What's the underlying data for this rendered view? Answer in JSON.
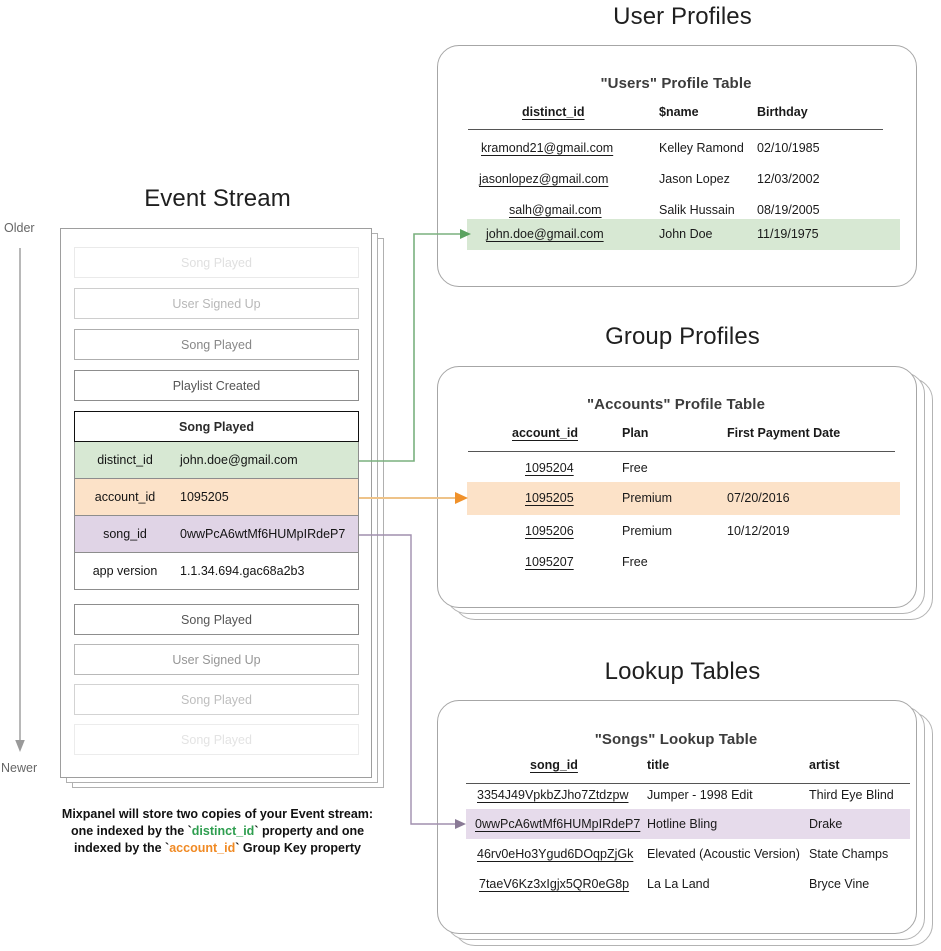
{
  "sections": {
    "event_stream_title": "Event Stream",
    "user_profiles_title": "User Profiles",
    "group_profiles_title": "Group Profiles",
    "lookup_tables_title": "Lookup Tables"
  },
  "timeline": {
    "older": "Older",
    "newer": "Newer"
  },
  "event_stream": {
    "events_before": [
      {
        "label": "Song Played",
        "opacity": 0.18
      },
      {
        "label": "User Signed Up",
        "opacity": 0.42
      },
      {
        "label": "Song Played",
        "opacity": 0.7
      },
      {
        "label": "Playlist Created",
        "opacity": 1.0
      }
    ],
    "selected_event": {
      "name": "Song Played",
      "properties": [
        {
          "key": "distinct_id",
          "value": "john.doe@gmail.com",
          "color": "#d7e8d3"
        },
        {
          "key": "account_id",
          "value": "1095205",
          "color": "#fce2c8"
        },
        {
          "key": "song_id",
          "value": "0wwPcA6wtMf6HUMpIRdeP7",
          "color": "#e0d4e6"
        },
        {
          "key": "app version",
          "value": "1.1.34.694.gac68a2b3",
          "color": "#ffffff"
        }
      ]
    },
    "events_after": [
      {
        "label": "Song Played",
        "opacity": 1.0
      },
      {
        "label": "User Signed Up",
        "opacity": 0.62
      },
      {
        "label": "Song Played",
        "opacity": 0.38
      },
      {
        "label": "Song Played",
        "opacity": 0.16
      }
    ]
  },
  "users_table": {
    "title": "\"Users\" Profile Table",
    "columns": [
      "distinct_id",
      "$name",
      "Birthday"
    ],
    "rows": [
      {
        "distinct_id": "kramond21@gmail.com",
        "name": "Kelley Ramond",
        "birthday": "02/10/1985",
        "highlight": false
      },
      {
        "distinct_id": "jasonlopez@gmail.com",
        "name": "Jason Lopez",
        "birthday": "12/03/2002",
        "highlight": false
      },
      {
        "distinct_id": "salh@gmail.com",
        "name": "Salik Hussain",
        "birthday": "08/19/2005",
        "highlight": false
      },
      {
        "distinct_id": "john.doe@gmail.com",
        "name": "John Doe",
        "birthday": "11/19/1975",
        "highlight": true
      }
    ],
    "highlight_color": "#d7e8d3"
  },
  "accounts_table": {
    "title": "\"Accounts\" Profile Table",
    "columns": [
      "account_id",
      "Plan",
      "First Payment Date"
    ],
    "rows": [
      {
        "account_id": "1095204",
        "plan": "Free",
        "first_payment": "",
        "highlight": false
      },
      {
        "account_id": "1095205",
        "plan": "Premium",
        "first_payment": "07/20/2016",
        "highlight": true
      },
      {
        "account_id": "1095206",
        "plan": "Premium",
        "first_payment": "10/12/2019",
        "highlight": false
      },
      {
        "account_id": "1095207",
        "plan": "Free",
        "first_payment": "",
        "highlight": false
      }
    ],
    "highlight_color": "#fce2c8"
  },
  "songs_table": {
    "title": "\"Songs\" Lookup Table",
    "columns": [
      "song_id",
      "title",
      "artist"
    ],
    "rows": [
      {
        "song_id": "3354J49VpkbZJho7Ztdzpw",
        "title": "Jumper - 1998 Edit",
        "artist": "Third Eye Blind",
        "highlight": false
      },
      {
        "song_id": "0wwPcA6wtMf6HUMpIRdeP7",
        "title": "Hotline Bling",
        "artist": "Drake",
        "highlight": true
      },
      {
        "song_id": "46rv0eHo3Ygud6DOqpZjGk",
        "title": "Elevated (Acoustic Version)",
        "artist": "State Champs",
        "highlight": false
      },
      {
        "song_id": "7taeV6Kz3xIgjx5QR0eG8p",
        "title": "La La Land",
        "artist": "Bryce Vine",
        "highlight": false
      }
    ],
    "highlight_color": "#e6dbeb"
  },
  "caption": {
    "line1": "Mixpanel will store two copies of your Event stream:",
    "line2_a": "one indexed by the ",
    "line2_key": "distinct_id",
    "line2_b": " property and one",
    "line3_a": "indexed by the ",
    "line3_key": "account_id",
    "line3_b": " Group Key property"
  },
  "colors": {
    "green": "#5aa35f",
    "orange": "#e8a33d",
    "purple": "#a78cb8",
    "gray": "#808080"
  }
}
